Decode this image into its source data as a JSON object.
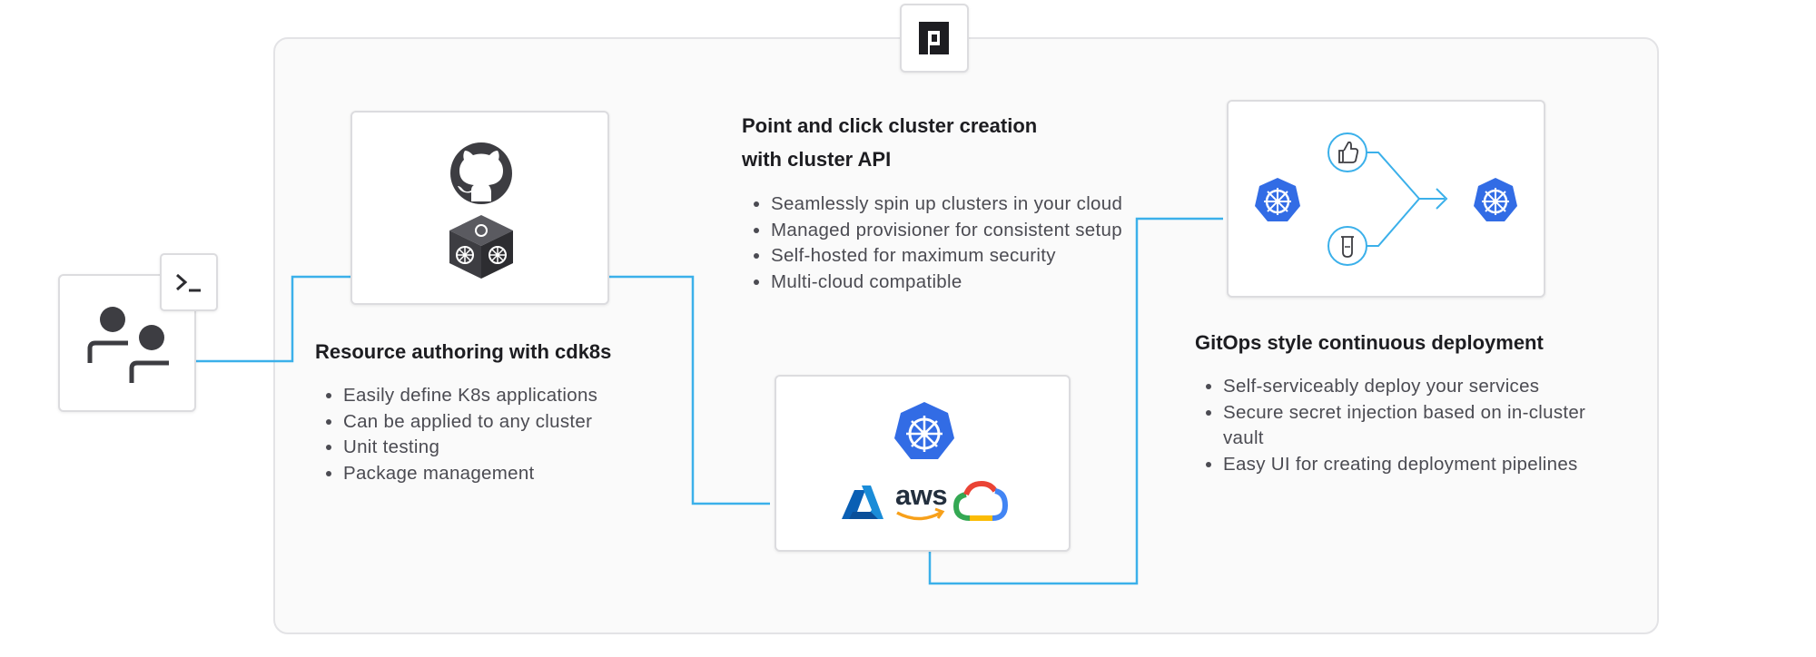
{
  "diagram": {
    "colors": {
      "connector": "#3bb0ea",
      "kubernetes": "#326ce5",
      "icon_dark": "#3d3d42"
    },
    "authoring": {
      "title": "Resource authoring with cdk8s",
      "bullets": [
        "Easily define K8s applications",
        "Can be applied to any cluster",
        "Unit testing",
        "Package management"
      ]
    },
    "cluster_creation": {
      "title_line1": "Point and click cluster creation",
      "title_line2": "with cluster API",
      "bullets": [
        "Seamlessly spin up clusters in your cloud",
        "Managed provisioner for consistent setup",
        "Self-hosted for maximum security",
        "Multi-cloud compatible"
      ]
    },
    "deployment": {
      "title": "GitOps style continuous deployment",
      "bullets": [
        "Self-serviceably deploy your services",
        "Secure secret injection based on in-cluster vault",
        "Easy UI for creating deployment pipelines"
      ]
    },
    "cloud_logos": {
      "aws_text": "aws"
    }
  }
}
